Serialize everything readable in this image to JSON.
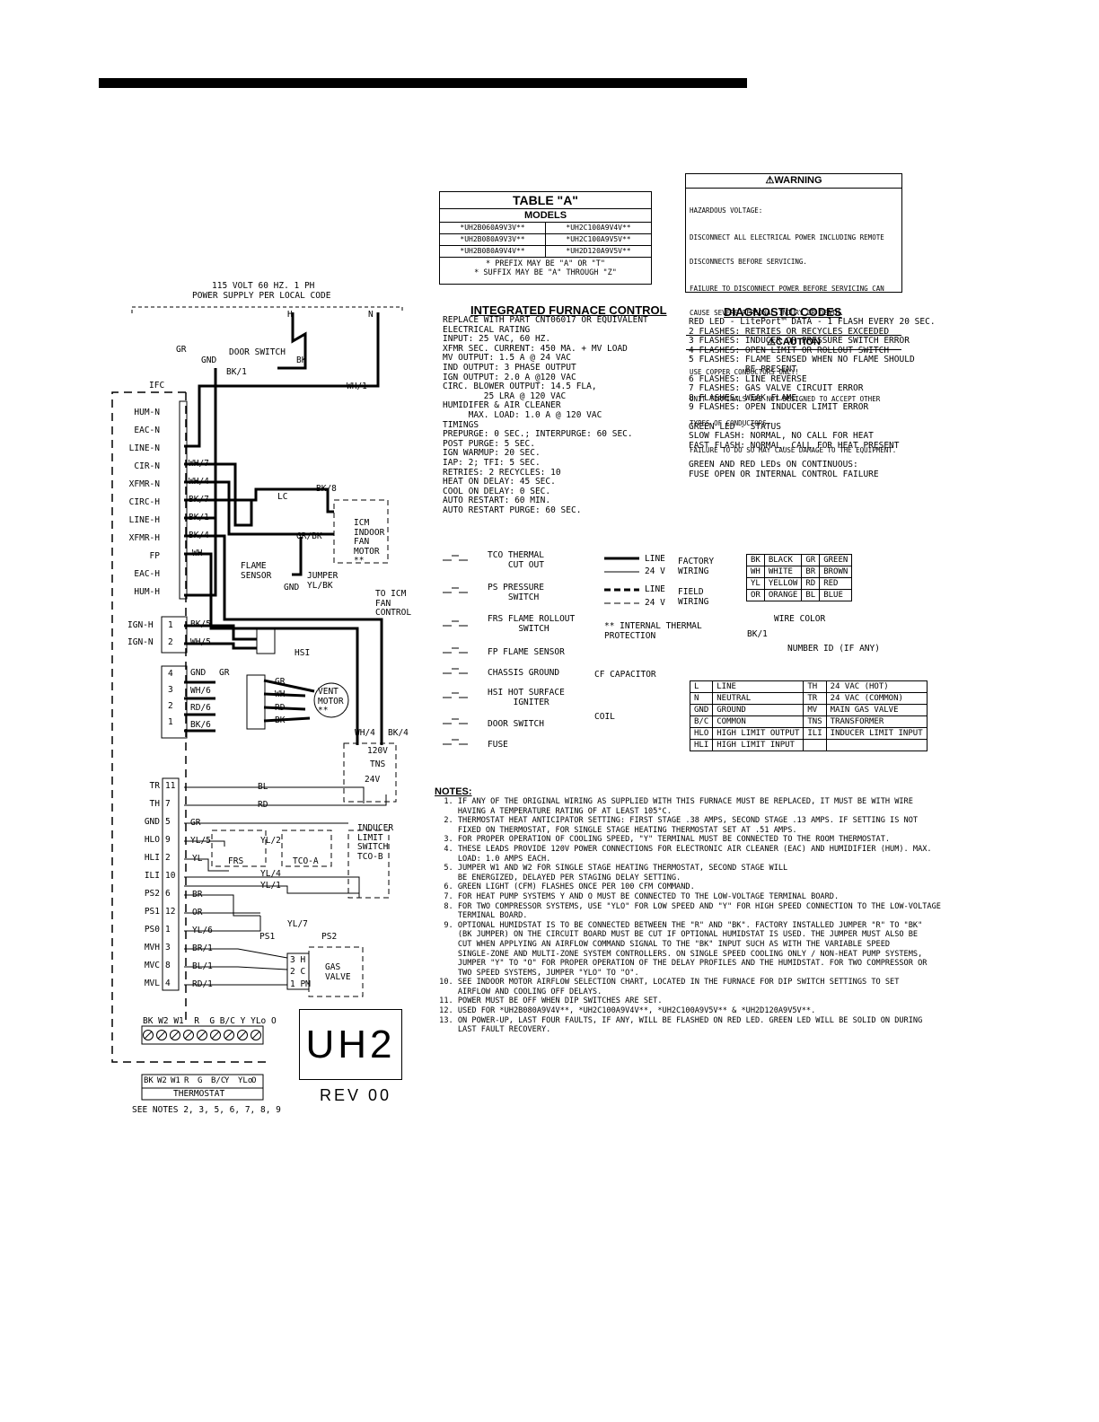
{
  "table_a": {
    "title": "TABLE \"A\"",
    "subtitle": "MODELS",
    "rows": [
      [
        "*UH2B060A9V3V**",
        "*UH2C100A9V4V**"
      ],
      [
        "*UH2B080A9V3V**",
        "*UH2C100A9V5V**"
      ],
      [
        "*UH2B080A9V4V**",
        "*UH2D120A9V5V**"
      ]
    ],
    "notes": [
      "* PREFIX MAY BE \"A\" OR \"T\"",
      "* SUFFIX MAY BE \"A\" THROUGH \"Z\""
    ]
  },
  "warning": {
    "title": "WARNING",
    "lines": [
      "HAZARDOUS VOLTAGE:",
      "DISCONNECT ALL ELECTRICAL POWER INCLUDING REMOTE",
      "DISCONNECTS BEFORE SERVICING.",
      "FAILURE TO DISCONNECT POWER BEFORE SERVICING CAN",
      "CAUSE SEVERE PERSONAL INJURY OR DEATH."
    ]
  },
  "caution": {
    "title": "CAUTION",
    "lines": [
      "USE COPPER CONDUCTORS ONLY!",
      "UNIT TERMINALS ARE NOT DESIGNED TO ACCEPT OTHER",
      "TYPES OF CONDUCTORS.",
      "FAILURE TO DO SO MAY CAUSE DAMAGE TO THE EQUIPMENT."
    ]
  },
  "power": {
    "line1": "115 VOLT 60 HZ. 1 PH",
    "line2": "POWER SUPPLY PER LOCAL CODE"
  },
  "ifc": {
    "title": "INTEGRATED FURNACE CONTROL",
    "text": "REPLACE WITH PART CNT06017 OR EQUIVALENT\nELECTRICAL RATING\nINPUT: 25 VAC, 60 HZ.\nXFMR SEC. CURRENT: 450 MA. + MV LOAD\nMV OUTPUT: 1.5 A @ 24 VAC\nIND OUTPUT: 3 PHASE OUTPUT\nIGN OUTPUT: 2.0 A @120 VAC\nCIRC. BLOWER OUTPUT: 14.5 FLA,\n        25 LRA @ 120 VAC\nHUMIDIFER & AIR CLEANER\n     MAX. LOAD: 1.0 A @ 120 VAC\nTIMINGS\nPREPURGE: 0 SEC.; INTERPURGE: 60 SEC.\nPOST PURGE: 5 SEC.\nIGN WARMUP: 20 SEC.\nIAP: 2; TFI: 5 SEC.\nRETRIES: 2 RECYCLES: 10\nHEAT ON DELAY: 45 SEC.\nCOOL ON DELAY: 0 SEC.\nAUTO RESTART: 60 MIN.\nAUTO RESTART PURGE: 60 SEC."
  },
  "diag": {
    "title": "DIAGNOSTIC CODES",
    "text": "RED LED - LitePort™ DATA - 1 FLASH EVERY 20 SEC.\n2 FLASHES: RETRIES OR RECYCLES EXCEEDED\n3 FLASHES: INDUCER OR PRESSURE SWITCH ERROR\n4 FLASHES: OPEN LIMIT OR ROLLOUT SWITCH\n5 FLASHES: FLAME SENSED WHEN NO FLAME SHOULD\n           BE PRESENT\n6 FLASHES: LINE REVERSE\n7 FLASHES: GAS VALVE CIRCUIT ERROR\n8 FLASHES: WEAK FLAME\n9 FLASHES: OPEN INDUCER LIMIT ERROR\n\nGREEN LED - STATUS\nSLOW FLASH: NORMAL, NO CALL FOR HEAT\nFAST FLASH: NORMAL, CALL FOR HEAT PRESENT\n\nGREEN AND RED LEDs ON CONTINUOUS:\nFUSE OPEN OR INTERNAL CONTROL FAILURE"
  },
  "legend_symbols": [
    {
      "icon": "tco-switch-icon",
      "label": "TCO THERMAL\n    CUT OUT"
    },
    {
      "icon": "ps-switch-icon",
      "label": "PS PRESSURE\n    SWITCH"
    },
    {
      "icon": "frs-switch-icon",
      "label": "FRS FLAME ROLLOUT\n      SWITCH"
    },
    {
      "icon": "flame-sensor-icon",
      "label": "FP FLAME SENSOR"
    },
    {
      "icon": "chassis-ground-icon",
      "label": "CHASSIS GROUND"
    },
    {
      "icon": "hsi-igniter-icon",
      "label": "HSI HOT SURFACE\n     IGNITER"
    },
    {
      "icon": "door-switch-icon",
      "label": "DOOR SWITCH"
    },
    {
      "icon": "fuse-icon",
      "label": "FUSE"
    }
  ],
  "wiring_legend": {
    "line": "LINE",
    "v24": "24 V",
    "factory": "FACTORY\nWIRING",
    "field": "FIELD\nWIRING",
    "internal": "** INTERNAL THERMAL\nPROTECTION",
    "capacitor": "CF CAPACITOR",
    "coil": "COIL"
  },
  "colors": [
    [
      "BK",
      "BLACK",
      "GR",
      "GREEN"
    ],
    [
      "WH",
      "WHITE",
      "BR",
      "BROWN"
    ],
    [
      "YL",
      "YELLOW",
      "RD",
      "RED"
    ],
    [
      "OR",
      "ORANGE",
      "BL",
      "BLUE"
    ]
  ],
  "wire_id": {
    "color": "WIRE COLOR",
    "example": "BK/1",
    "number": "NUMBER ID (IF ANY)"
  },
  "abbrev": [
    [
      "L",
      "LINE",
      "TH",
      "24 VAC (HOT)"
    ],
    [
      "N",
      "NEUTRAL",
      "TR",
      "24 VAC (COMMON)"
    ],
    [
      "GND",
      "GROUND",
      "MV",
      "MAIN GAS VALVE"
    ],
    [
      "B/C",
      "COMMON",
      "TNS",
      "TRANSFORMER"
    ],
    [
      "HLO",
      "HIGH LIMIT OUTPUT",
      "ILI",
      "INDUCER LIMIT INPUT"
    ],
    [
      "HLI",
      "HIGH LIMIT INPUT",
      "",
      ""
    ]
  ],
  "notes": {
    "title": "NOTES:",
    "text": "  1. IF ANY OF THE ORIGINAL WIRING AS SUPPLIED WITH THIS FURNACE MUST BE REPLACED, IT MUST BE WITH WIRE\n     HAVING A TEMPERATURE RATING OF AT LEAST 105°C.\n  2. THERMOSTAT HEAT ANTICIPATOR SETTING: FIRST STAGE .38 AMPS, SECOND STAGE .13 AMPS. IF SETTING IS NOT\n     FIXED ON THERMOSTAT, FOR SINGLE STAGE HEATING THERMOSTAT SET AT .51 AMPS.\n  3. FOR PROPER OPERATION OF COOLING SPEED, \"Y\" TERMINAL MUST BE CONNECTED TO THE ROOM THERMOSTAT.\n  4. THESE LEADS PROVIDE 120V POWER CONNECTIONS FOR ELECTRONIC AIR CLEANER (EAC) AND HUMIDIFIER (HUM). MAX.\n     LOAD: 1.0 AMPS EACH.\n  5. JUMPER W1 AND W2 FOR SINGLE STAGE HEATING THERMOSTAT, SECOND STAGE WILL\n     BE ENERGIZED, DELAYED PER STAGING DELAY SETTING.\n  6. GREEN LIGHT (CFM) FLASHES ONCE PER 100 CFM COMMAND.\n  7. FOR HEAT PUMP SYSTEMS Y AND O MUST BE CONNECTED TO THE LOW-VOLTAGE TERMINAL BOARD.\n  8. FOR TWO COMPRESSOR SYSTEMS, USE \"YLO\" FOR LOW SPEED AND \"Y\" FOR HIGH SPEED CONNECTION TO THE LOW-VOLTAGE\n     TERMINAL BOARD.\n  9. OPTIONAL HUMIDSTAT IS TO BE CONNECTED BETWEEN THE \"R\" AND \"BK\". FACTORY INSTALLED JUMPER \"R\" TO \"BK\"\n     (BK JUMPER) ON THE CIRCUIT BOARD MUST BE CUT IF OPTIONAL HUMIDSTAT IS USED. THE JUMPER MUST ALSO BE\n     CUT WHEN APPLYING AN AIRFLOW COMMAND SIGNAL TO THE \"BK\" INPUT SUCH AS WITH THE VARIABLE SPEED\n     SINGLE-ZONE AND MULTI-ZONE SYSTEM CONTROLLERS. ON SINGLE SPEED COOLING ONLY / NON-HEAT PUMP SYSTEMS,\n     JUMPER \"Y\" TO \"O\" FOR PROPER OPERATION OF THE DELAY PROFILES AND THE HUMIDSTAT. FOR TWO COMPRESSOR OR\n     TWO SPEED SYSTEMS, JUMPER \"YLO\" TO \"O\".\n 10. SEE INDOOR MOTOR AIRFLOW SELECTION CHART, LOCATED IN THE FURNACE FOR DIP SWITCH SETTINGS TO SET\n     AIRFLOW AND COOLING OFF DELAYS.\n 11. POWER MUST BE OFF WHEN DIP SWITCHES ARE SET.\n 12. USED FOR *UH2B080A9V4V**, *UH2C100A9V4V**, *UH2C100A9V5V** & *UH2D120A9V5V**.\n 13. ON POWER-UP, LAST FOUR FAULTS, IF ANY, WILL BE FLASHED ON RED LED. GREEN LED WILL BE SOLID ON DURING\n     LAST FAULT RECOVERY."
  },
  "diagram": {
    "ifc_label": "IFC",
    "terminals_120": [
      "HUM-N",
      "EAC-N",
      "LINE-N",
      "CIR-N",
      "XFMR-N",
      "CIRC-H",
      "LINE-H",
      "XFMR-H",
      "FP",
      "EAC-H",
      "HUM-H"
    ],
    "terminals_lv": [
      [
        "TR",
        "11"
      ],
      [
        "TH",
        "7"
      ],
      [
        "GND",
        "5"
      ],
      [
        "HLO",
        "9"
      ],
      [
        "HLI",
        "2"
      ],
      [
        "ILI",
        "10"
      ],
      [
        "PS2",
        "6"
      ],
      [
        "PS1",
        "12"
      ],
      [
        "PS0",
        "1"
      ],
      [
        "MVH",
        "3"
      ],
      [
        "MVC",
        "8"
      ],
      [
        "MVL",
        "4"
      ]
    ],
    "ign": [
      [
        "IGN-H",
        "1"
      ],
      [
        "IGN-N",
        "2"
      ]
    ],
    "vent_pins": [
      "4",
      "3",
      "2",
      "1"
    ],
    "labels": {
      "gr": "GR",
      "gnd": "GND",
      "door_switch": "DOOR SWITCH",
      "bk": "BK",
      "bk1": "BK/1",
      "wh1": "WH/1",
      "h": "H",
      "n": "N",
      "lc": "LC",
      "bk8": "BK/8",
      "wh7": "WH/7",
      "wh4": "WH/4",
      "bk7": "BK/7",
      "bk1b": "BK/1",
      "bk4": "BK/4",
      "wh": "WH",
      "grbk": "GR/BK",
      "icm": "ICM\nINDOOR\nFAN\nMOTOR\n**",
      "flame_sensor": "FLAME\nSENSOR",
      "jumper": "JUMPER\nYL/BK",
      "gnd2": "GND",
      "to_icm": "TO ICM\nFAN\nCONTROL",
      "bk5": "BK/5",
      "wh5": "WH/5",
      "hsi": "HSI",
      "gnd3": "GND",
      "gr3": "GR",
      "wh6": "WH/6",
      "rd6": "RD/6",
      "bk6": "BK/6",
      "gr4": "GR",
      "wh4b": "WH",
      "rd4": "RD",
      "bk4b": "BK",
      "vent": "VENT\nMOTOR\n**",
      "wh4c": "WH/4",
      "bk4c": "BK/4",
      "tns": "TNS",
      "v120": "120V",
      "v24": "24V",
      "bl": "BL",
      "rd": "RD",
      "gr5": "GR",
      "inducer": "INDUCER\nLIMIT\nSWITCH\nTCO-B",
      "yl5": "YL/5",
      "yl2": "YL/2",
      "yl": "YL",
      "frs": "FRS",
      "tcoa": "TCO-A",
      "yl4": "YL/4",
      "yl1": "YL/1",
      "br": "BR",
      "or": "OR",
      "yl6": "YL/6",
      "yl7": "YL/7",
      "ps1": "PS1",
      "ps2": "PS2",
      "br1": "BR/1",
      "bl1": "BL/1",
      "rd1": "RD/1",
      "gv3": "3 H",
      "gv2": "2 C",
      "gv1": "1 PM",
      "gas_valve": "GAS\nVALVE",
      "tstat_top": "BK W2 W1  R  G B/C Y YLo O",
      "tstat_cells": [
        "BK",
        "W2",
        "W1",
        "R",
        "G",
        "B/C",
        "Y",
        "YLo",
        "O"
      ],
      "thermostat": "THERMOSTAT",
      "see_notes": "SEE NOTES 2, 3, 5, 6, 7, 8, 9"
    },
    "stamp": "UH2",
    "rev": "REV 00"
  }
}
